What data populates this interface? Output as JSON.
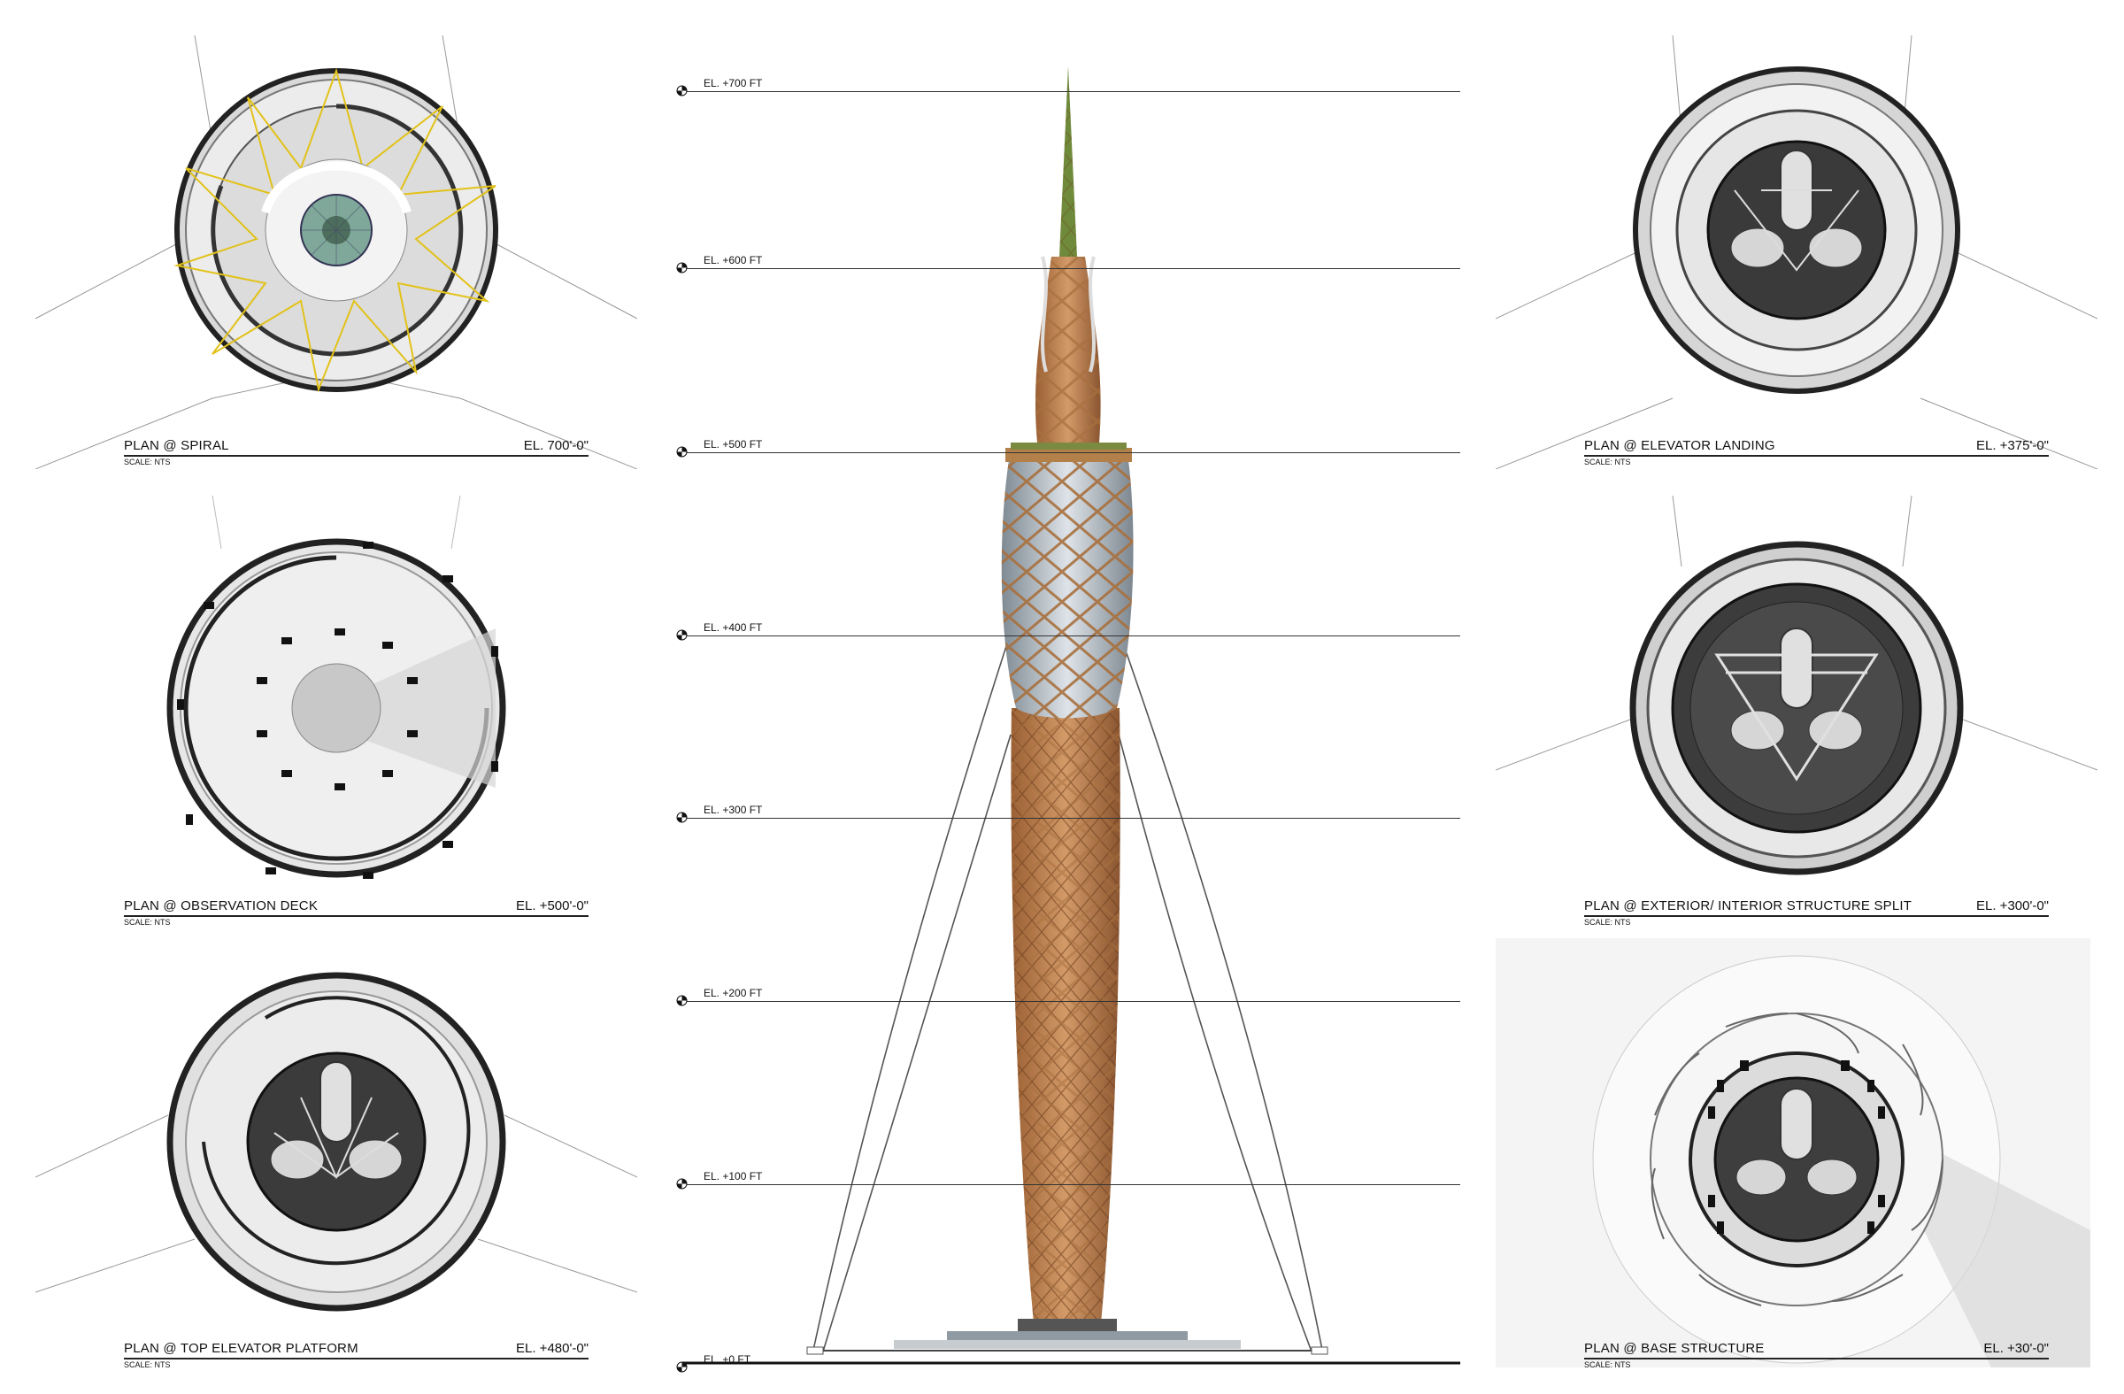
{
  "levels": [
    {
      "label": "EL. +700 FT"
    },
    {
      "label": "EL. +600 FT"
    },
    {
      "label": "EL. +500 FT"
    },
    {
      "label": "EL. +400 FT"
    },
    {
      "label": "EL. +300 FT"
    },
    {
      "label": "EL. +200 FT"
    },
    {
      "label": "EL. +100 FT"
    },
    {
      "label": "EL. +0 FT"
    }
  ],
  "plans": [
    {
      "title": "PLAN @ SPIRAL",
      "elevation": "EL. 700'-0\"",
      "scale": "SCALE: NTS"
    },
    {
      "title": "PLAN @ OBSERVATION DECK",
      "elevation": "EL. +500'-0\"",
      "scale": "SCALE: NTS"
    },
    {
      "title": "PLAN @ TOP ELEVATOR PLATFORM",
      "elevation": "EL. +480'-0\"",
      "scale": "SCALE: NTS"
    },
    {
      "title": "PLAN @ ELEVATOR LANDING",
      "elevation": "EL. +375'-0\"",
      "scale": "SCALE: NTS"
    },
    {
      "title": "PLAN @ EXTERIOR/ INTERIOR STRUCTURE SPLIT",
      "elevation": "EL. +300'-0\"",
      "scale": "SCALE: NTS"
    },
    {
      "title": "PLAN @ BASE STRUCTURE",
      "elevation": "EL. +30'-0\"",
      "scale": "SCALE: NTS"
    }
  ],
  "colors": {
    "timber": "#b7794a",
    "glass": "#aab4bd",
    "spiral_cable": "#e2c21a",
    "spire": "#6f8a3a",
    "line": "#333333"
  }
}
